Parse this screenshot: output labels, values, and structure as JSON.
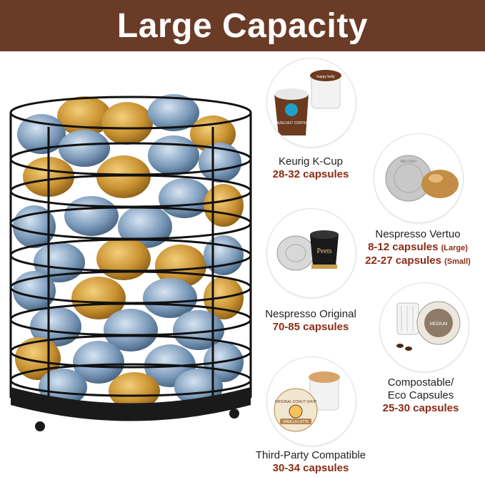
{
  "banner": {
    "title": "Large Capacity",
    "background": "#6a3b26"
  },
  "accent_color": "#8a2b14",
  "items": [
    {
      "name": "Keurig K-Cup",
      "capacity": "28-32 capsules"
    },
    {
      "name": "Nespresso Vertuo",
      "capacity_large": "8-12 capsules",
      "note_large": "(Large)",
      "capacity_small": "22-27 capsules",
      "note_small": "(Small)"
    },
    {
      "name": "Nespresso Original",
      "capacity": "70-85 capsules"
    },
    {
      "name_line1": "Compostable/",
      "name_line2": "Eco Capsules",
      "capacity": "25-30 capsules"
    },
    {
      "name": "Third-Party Compatible",
      "capacity": "30-34 capsules"
    }
  ],
  "pod_texts": {
    "kcup_brand": "happy belly",
    "kcup_flavor": "HAZELNUT COFFEE",
    "vertuo_brand": "MELOZIO",
    "original_brand": "Peets",
    "eco_roast": "MEDIUM",
    "thirdparty_brand": "ORIGINAL DONUT SHOP",
    "thirdparty_flavor": "VANILLA LATTE"
  }
}
